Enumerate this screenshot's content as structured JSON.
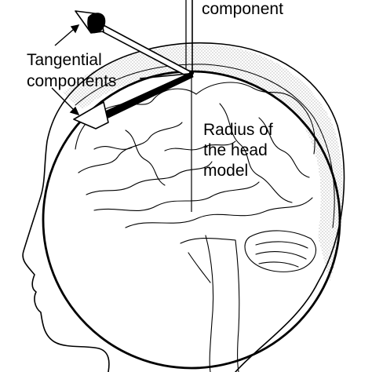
{
  "labels": {
    "radial_component": "component",
    "tangential_line1": "Tangential",
    "tangential_line2": "components",
    "radius_line1": "Radius of",
    "radius_line2": "the head",
    "radius_line3": "model"
  },
  "colors": {
    "ink": "#000000",
    "background": "#ffffff",
    "scalp_stipple": "#9a9a9a"
  },
  "icons": {
    "radial_arrow": "vertical-line-arrow",
    "tangential_arrows": "cone-tipped-arrows"
  }
}
